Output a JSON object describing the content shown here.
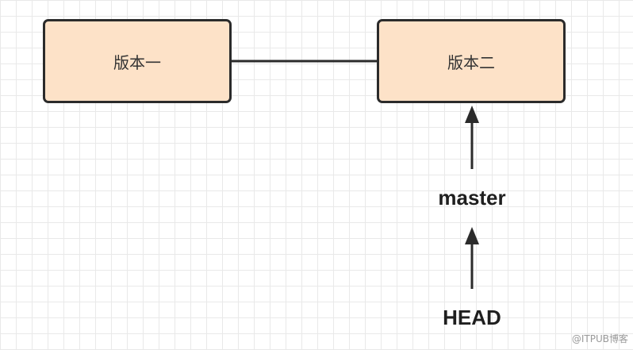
{
  "diagram": {
    "nodes": [
      {
        "label": "版本一",
        "fill": "#fde2c8"
      },
      {
        "label": "版本二",
        "fill": "#fde2c8"
      }
    ],
    "pointers": [
      {
        "label": "master",
        "target": "版本二"
      },
      {
        "label": "HEAD",
        "target": "master"
      }
    ],
    "edge_color": "#2b2b2b",
    "grid_color": "#e9e9e9"
  },
  "watermark": "@ITPUB博客"
}
